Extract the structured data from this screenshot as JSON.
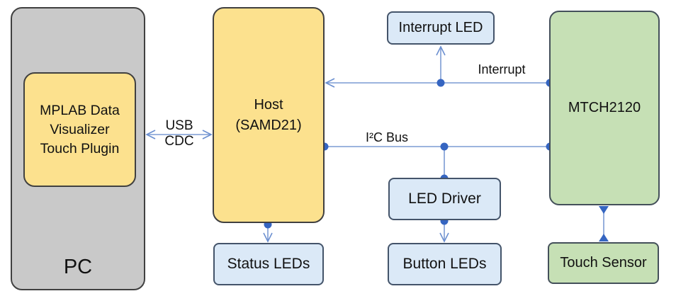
{
  "diagram": {
    "type": "block-diagram",
    "blocks": {
      "pc": {
        "label": "PC"
      },
      "mplab_plugin": {
        "label": "MPLAB Data Visualizer Touch Plugin"
      },
      "host": {
        "line1": "Host",
        "line2": "(SAMD21)"
      },
      "status_leds": {
        "label": "Status LEDs"
      },
      "interrupt_led": {
        "label": "Interrupt LED"
      },
      "led_driver": {
        "label": "LED Driver"
      },
      "button_leds": {
        "label": "Button LEDs"
      },
      "mtch2120": {
        "label": "MTCH2120"
      },
      "touch_sensor": {
        "label": "Touch Sensor"
      }
    },
    "connections": {
      "usb": {
        "line1": "USB",
        "line2": "CDC",
        "from": "PC",
        "to": "Host (SAMD21)",
        "direction": "bidirectional"
      },
      "interrupt": {
        "label": "Interrupt",
        "from": "MTCH2120",
        "to": "Host (SAMD21)",
        "branch": "Interrupt LED"
      },
      "i2c": {
        "label": "I²C Bus",
        "from": "Host (SAMD21)",
        "to": "MTCH2120",
        "branch": "LED Driver"
      },
      "host_status": {
        "from": "Host (SAMD21)",
        "to": "Status LEDs"
      },
      "driver_buttons": {
        "from": "LED Driver",
        "to": "Button LEDs"
      },
      "mtch_touch": {
        "from": "MTCH2120",
        "to": "Touch Sensor",
        "direction": "bidirectional"
      }
    },
    "colors": {
      "pc_fill": "#c9c9c9",
      "yellow_fill": "#fce18e",
      "blue_fill": "#dbe9f7",
      "green_fill": "#c6e0b5",
      "dark_border": "#404040",
      "blue_border": "#44546a",
      "green_border": "#44505a",
      "wire": "#7c9bd3",
      "arrowhead": "#6b8fd0",
      "dot": "#3565c1",
      "text": "#111111",
      "background": "#ffffff"
    }
  }
}
